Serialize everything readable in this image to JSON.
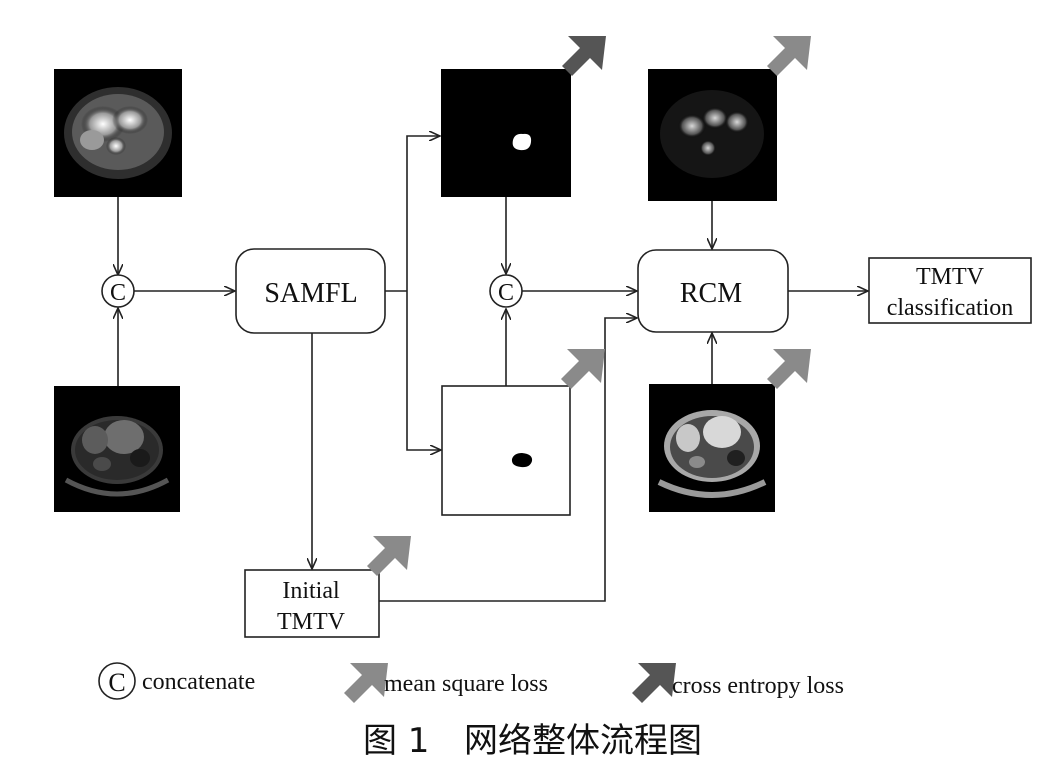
{
  "nodes": {
    "samfl": "SAMFL",
    "rcm": "RCM",
    "output_line1": "TMTV",
    "output_line2": "classification",
    "initial_line1": "Initial",
    "initial_line2": "TMTV",
    "concat_symbol": "C"
  },
  "legend": {
    "concat_symbol": "C",
    "concatenate": "concatenate",
    "mean_square_loss": "mean square loss",
    "cross_entropy_loss": "cross entropy loss"
  },
  "caption": {
    "number": "图 1",
    "title": "网络整体流程图"
  },
  "colors": {
    "mse_arrow": "#8a8a8a",
    "ce_arrow": "#555555",
    "line": "#222222"
  }
}
